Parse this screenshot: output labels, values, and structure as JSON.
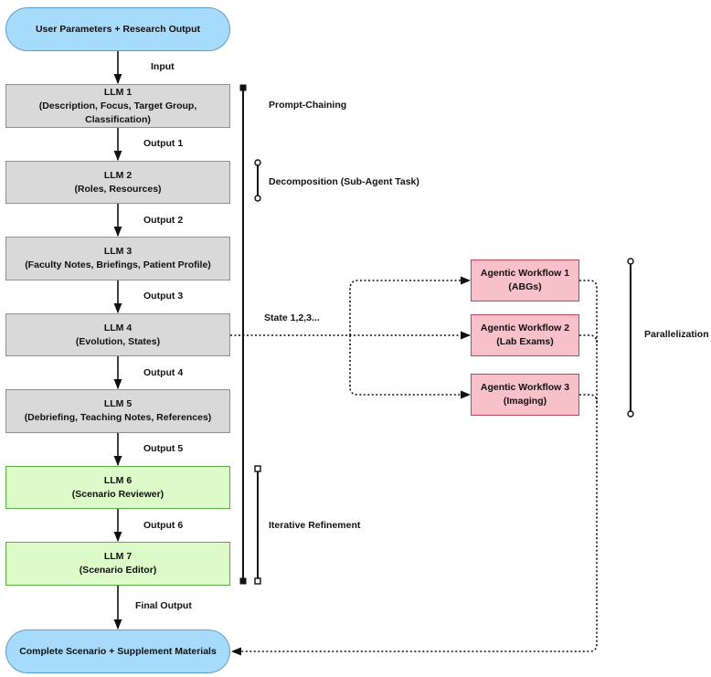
{
  "start": "User Parameters + Research Output",
  "end": "Complete Scenario + Supplement Materials",
  "llms": [
    {
      "title": "LLM 1",
      "subtitle": "(Description, Focus, Target Group, Classification)"
    },
    {
      "title": "LLM 2",
      "subtitle": "(Roles, Resources)"
    },
    {
      "title": "LLM 3",
      "subtitle": "(Faculty Notes, Briefings, Patient Profile)"
    },
    {
      "title": "LLM 4",
      "subtitle": "(Evolution, States)"
    },
    {
      "title": "LLM 5",
      "subtitle": "(Debriefing, Teaching Notes, References)"
    },
    {
      "title": "LLM 6",
      "subtitle": "(Scenario Reviewer)"
    },
    {
      "title": "LLM 7",
      "subtitle": "(Scenario Editor)"
    }
  ],
  "flow_labels": [
    "Input",
    "Output 1",
    "Output 2",
    "Output 3",
    "Output 4",
    "Output 5",
    "Output 6",
    "Final Output"
  ],
  "agentic": [
    {
      "title": "Agentic Workflow 1",
      "subtitle": "(ABGs)"
    },
    {
      "title": "Agentic Workflow 2",
      "subtitle": "(Lab Exams)"
    },
    {
      "title": "Agentic Workflow 3",
      "subtitle": "(Imaging)"
    }
  ],
  "annotations": {
    "prompt_chaining": "Prompt-Chaining",
    "decomposition": "Decomposition (Sub-Agent Task)",
    "iterative_refinement": "Iterative Refinement",
    "state": "State 1,2,3...",
    "parallelization": "Parallelization"
  },
  "colors": {
    "start_end_fill": "#a7dbfb",
    "llm_gray_fill": "#d9d9d9",
    "llm_green_fill": "#ddfbc9",
    "agentic_fill": "#f8c0c9"
  }
}
